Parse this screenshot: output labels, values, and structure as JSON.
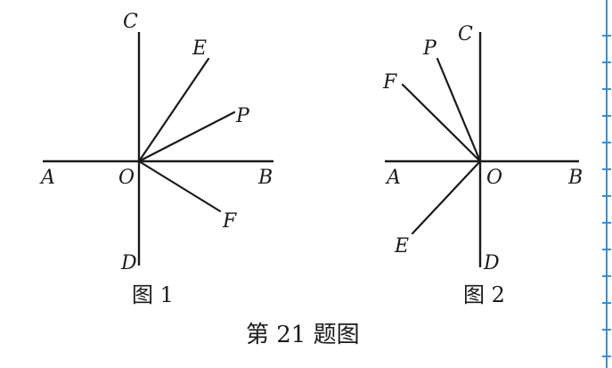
{
  "figures": [
    {
      "caption": "图 1",
      "points": {
        "C": "C",
        "E": "E",
        "P": "P",
        "A": "A",
        "O": "O",
        "B": "B",
        "F": "F",
        "D": "D"
      }
    },
    {
      "caption": "图 2",
      "points": {
        "P": "P",
        "C": "C",
        "F": "F",
        "A": "A",
        "O": "O",
        "B": "B",
        "E": "E",
        "D": "D"
      }
    }
  ],
  "title": "第 21 题图",
  "colors": {
    "ink": "#1a1a1a",
    "margin_rule": "#3a8fd6"
  }
}
